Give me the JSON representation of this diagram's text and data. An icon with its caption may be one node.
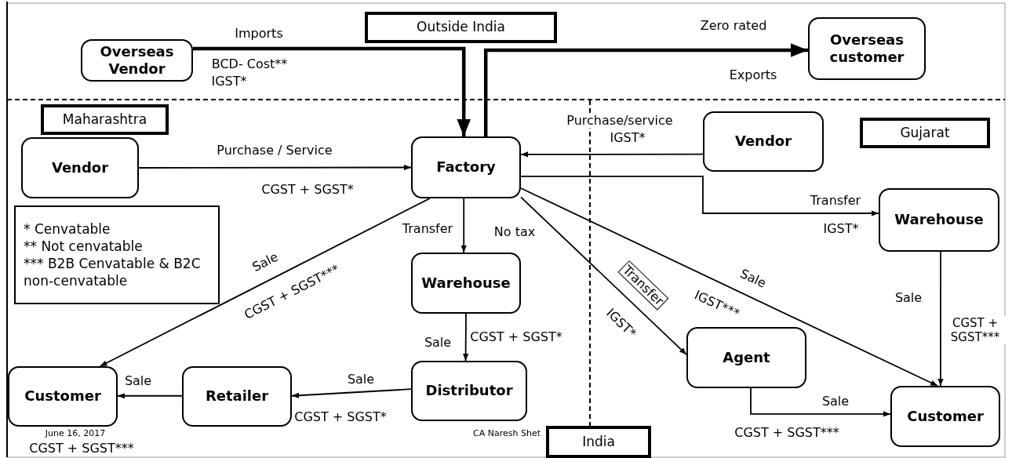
{
  "diagram": {
    "nodes": [
      {
        "text": [
          "Overseas Vendor"
        ]
      },
      {
        "text": [
          "Outside India"
        ]
      },
      {
        "text": [
          "Overseas customer"
        ]
      },
      {
        "text": [
          "Maharashtra"
        ]
      },
      {
        "text": [
          "Vendor"
        ]
      },
      {
        "text": [
          "Gujarat"
        ]
      },
      {
        "text": [
          "Vendor"
        ]
      },
      {
        "text": [
          "Factory"
        ]
      },
      {
        "text": [
          "* Cenvatable",
          "** Not cenvatable",
          "*** B2B Cenvatable & B2C non-cenvatable"
        ]
      },
      {
        "text": [
          "Warehouse"
        ]
      },
      {
        "text": [
          "Warehouse"
        ]
      },
      {
        "text": [
          "Agent"
        ]
      },
      {
        "text": [
          "Customer"
        ]
      },
      {
        "text": [
          "Retailer"
        ]
      },
      {
        "text": [
          "Distributor"
        ]
      },
      {
        "text": [
          "Customer"
        ]
      },
      {
        "text": [
          "India"
        ]
      }
    ],
    "edges": [
      {
        "from": 0,
        "to": 7,
        "arrow": "to",
        "label": "Imports",
        "style": "thick"
      },
      {
        "from": 7,
        "to": 2,
        "arrow": "to",
        "label": "Zero rated",
        "style": "thick"
      },
      {
        "from": 6,
        "to": 7,
        "arrow": "to",
        "label": "Purchase / Service"
      },
      {
        "from": 4,
        "to": 7,
        "arrow": "to",
        "label": "Purchase/service"
      },
      {
        "from": 7,
        "to": 9,
        "arrow": "to",
        "label": "Transfer"
      },
      {
        "from": 7,
        "to": 10,
        "arrow": "to",
        "label": "Transfer"
      },
      {
        "from": 7,
        "to": 12,
        "arrow": "to",
        "label": "Sale"
      },
      {
        "from": 7,
        "to": 11,
        "arrow": "to",
        "label": "Transfer"
      },
      {
        "from": 7,
        "to": 15,
        "arrow": "to",
        "label": "Sale"
      },
      {
        "from": 9,
        "to": 15,
        "arrow": "to",
        "label": "Sale"
      },
      {
        "from": 10,
        "to": 14,
        "arrow": "to",
        "label": "Sale"
      },
      {
        "from": 14,
        "to": 13,
        "arrow": "to",
        "label": "Sale"
      },
      {
        "from": 13,
        "to": 12,
        "arrow": "to",
        "label": "Sale"
      },
      {
        "from": 11,
        "to": 15,
        "arrow": "to",
        "label": "Sale"
      }
    ],
    "labels": [
      "BCD- Cost**",
      "IGST*",
      "Exports",
      "CGST + SGST*",
      "IGST*",
      "IGST*",
      "No tax",
      "CGST + SGST***",
      "IGST***",
      "CGST + SGST***",
      "IGST*",
      "CGST + SGST*",
      "CGST + SGST*",
      "CGST + SGST***",
      "CGST + SGST***",
      "June 16, 2017",
      "CA Naresh Shet"
    ]
  }
}
